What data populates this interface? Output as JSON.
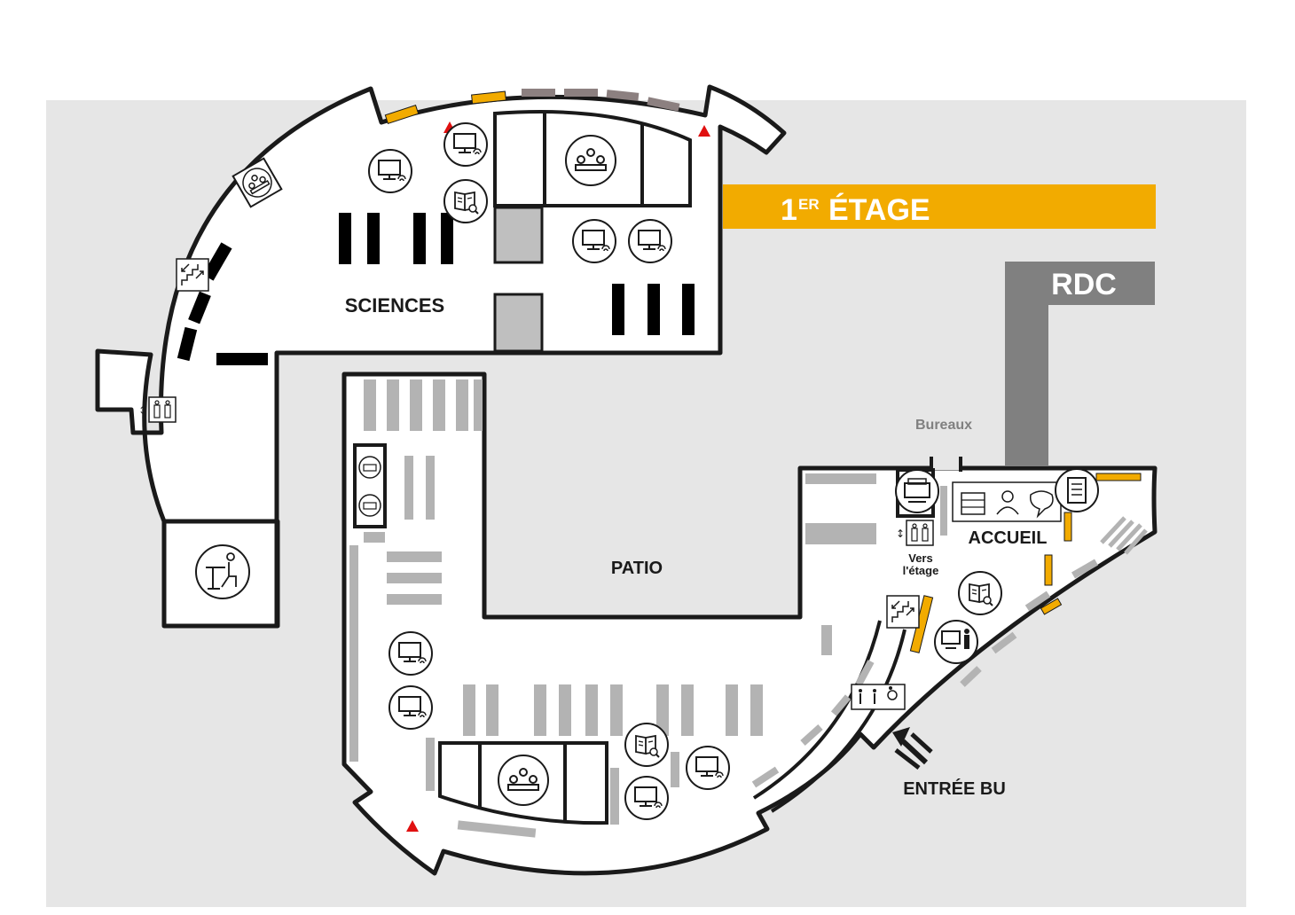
{
  "floor_labels": {
    "upper": {
      "number": "1",
      "superscript": "ER",
      "text": "ÉTAGE",
      "color": "#f2ab00"
    },
    "ground": {
      "text": "RDC",
      "color": "#808080"
    }
  },
  "zones": {
    "sciences": "SCIENCES",
    "patio": "PATIO",
    "accueil": "ACCUEIL",
    "bureaux": "Bureaux",
    "vers_etage_line1": "Vers",
    "vers_etage_line2": "l'étage",
    "entree": "ENTRÉE BU"
  },
  "colors": {
    "background": "#e6e6e6",
    "floor": "#ffffff",
    "walls": "#1a1a1a",
    "shelves_upper": "#000000",
    "shelves_ground": "#b3b3b3",
    "room": "#bfbfbf",
    "accent": "#f2ab00",
    "window": "#8c8080",
    "emergency": "#e01010"
  },
  "icons": [
    "group-study-room-icon",
    "computer-wifi-icon",
    "book-search-icon",
    "stairs-icon",
    "elevator-icon",
    "silent-study-icon",
    "photocopier-icon",
    "vending-machine-icon",
    "library-icon",
    "librarian-icon",
    "info-chat-icon",
    "computer-user-icon",
    "toilets-accessible-icon",
    "entrance-arrow-icon",
    "emergency-exit-icon"
  ]
}
